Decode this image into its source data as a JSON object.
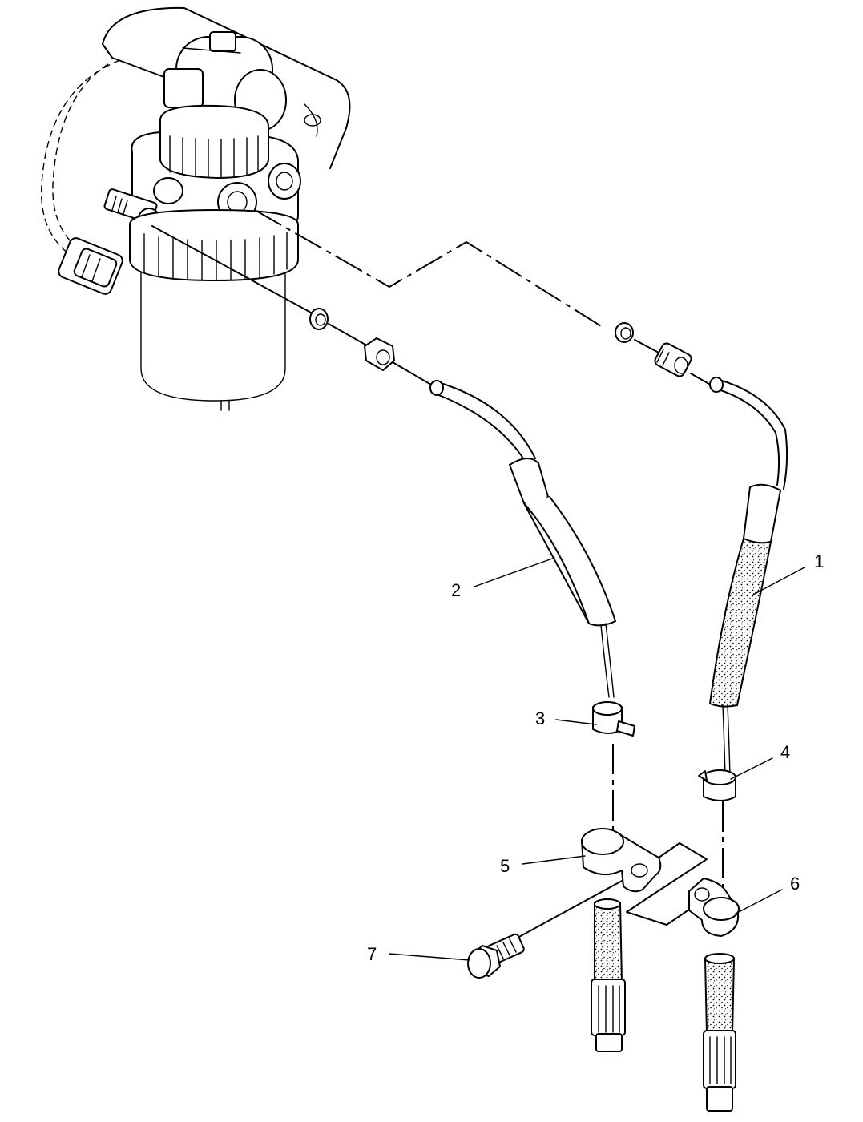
{
  "callouts": [
    {
      "label": "1"
    },
    {
      "label": "2"
    },
    {
      "label": "3"
    },
    {
      "label": "4"
    },
    {
      "label": "5"
    },
    {
      "label": "6"
    },
    {
      "label": "7"
    }
  ],
  "colors": {
    "ink": "#000000",
    "paper": "#ffffff"
  }
}
